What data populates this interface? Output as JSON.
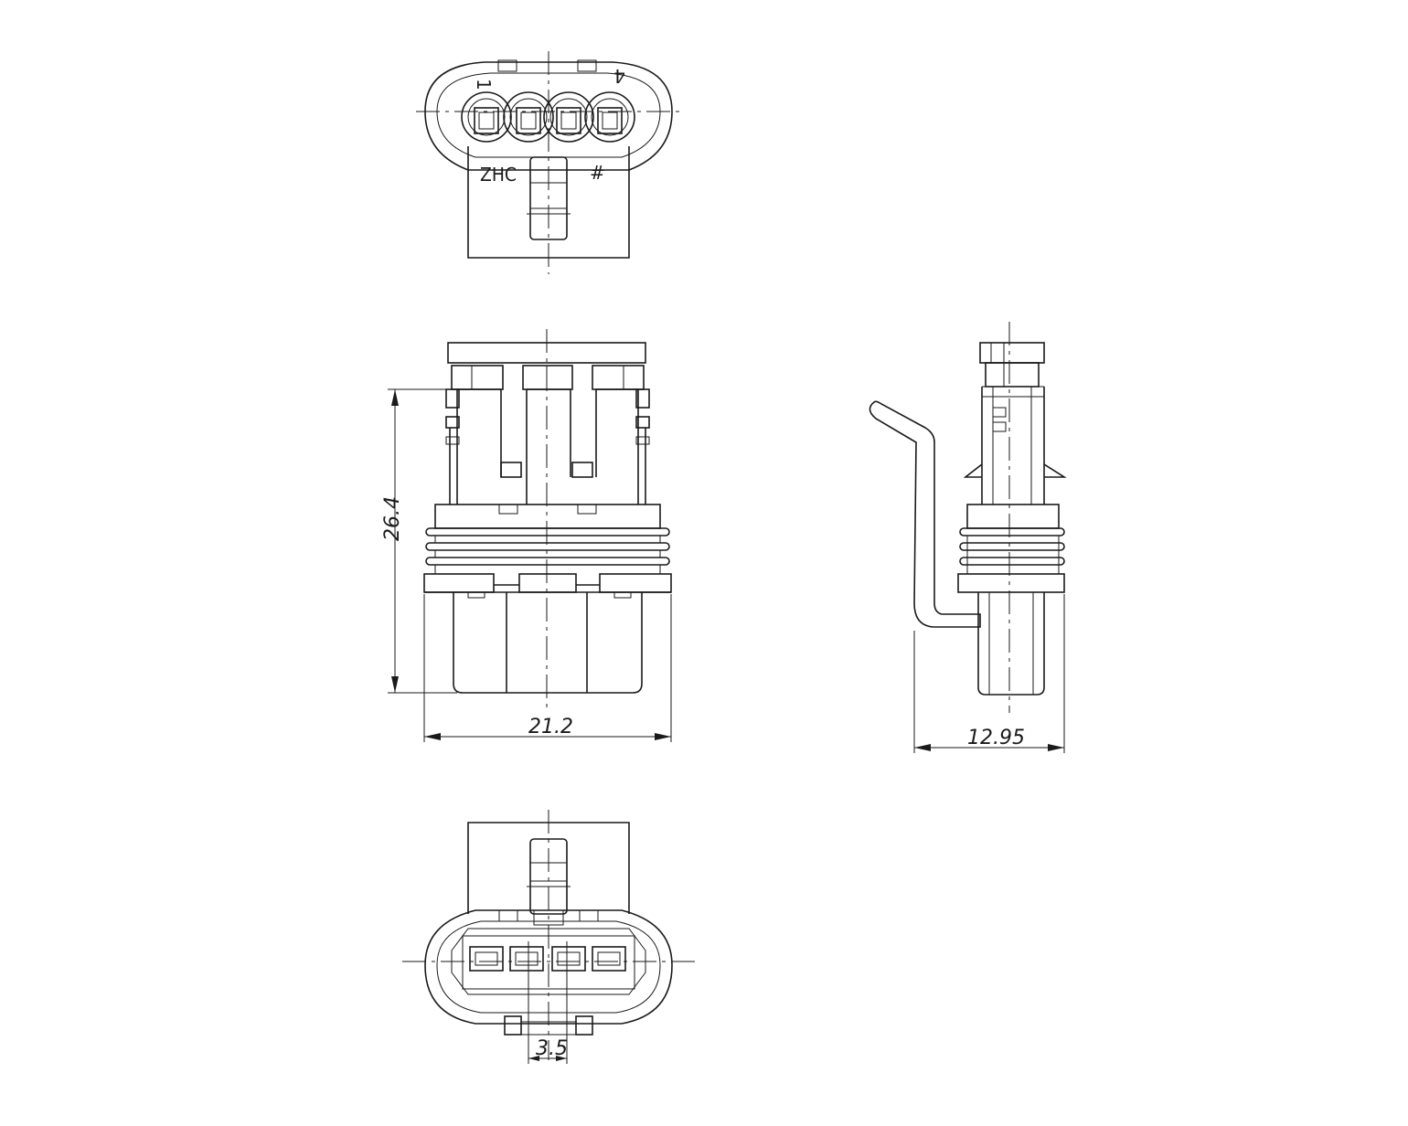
{
  "front_view": {
    "brand_marking": "ZHC",
    "hash_marking": "#",
    "pin_first_label": "1",
    "pin_last_label": "4"
  },
  "dimensions": {
    "height": "26.4",
    "width": "21.2",
    "depth": "12.95",
    "pitch": "3.5"
  },
  "colors": {
    "line": "#1a1a1a",
    "background": "#ffffff"
  }
}
